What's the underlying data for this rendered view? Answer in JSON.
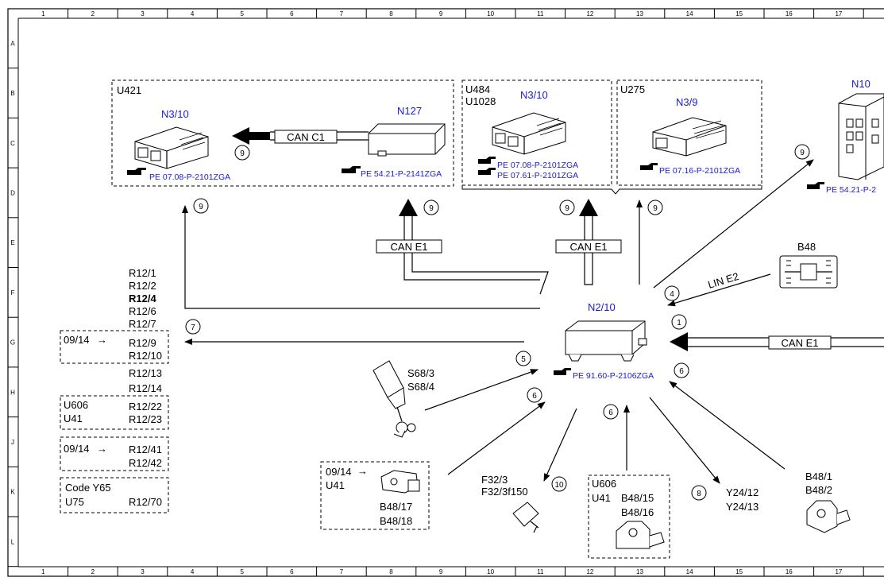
{
  "grid": {
    "cols": [
      "1",
      "2",
      "3",
      "4",
      "5",
      "6",
      "7",
      "8",
      "9",
      "10",
      "11",
      "12",
      "13",
      "14",
      "15",
      "16",
      "17"
    ],
    "rows": [
      "A",
      "B",
      "C",
      "D",
      "E",
      "F",
      "G",
      "H",
      "J",
      "K",
      "L"
    ]
  },
  "groups": {
    "u421": "U421",
    "u484": "U484",
    "u1028": "U1028",
    "u275": "U275"
  },
  "components": {
    "n3_10_left": "N3/10",
    "n127": "N127",
    "n3_10_mid": "N3/10",
    "n3_9": "N3/9",
    "n10": "N10",
    "n2_10": "N2/10",
    "b48": "B48"
  },
  "references": {
    "pe_0708_left": "PE 07.08-P-2101ZGA",
    "pe_5421_n127": "PE 54.21-P-2141ZGA",
    "pe_0708_mid": "PE 07.08-P-2101ZGA",
    "pe_0761": "PE 07.61-P-2101ZGA",
    "pe_0716": "PE 07.16-P-2101ZGA",
    "pe_5421_n10": "PE 54.21-P-2",
    "pe_9160": "PE 91.60-P-2106ZGA"
  },
  "buses": {
    "can_c1": "CAN C1",
    "can_e1_left": "CAN E1",
    "can_e1_mid": "CAN E1",
    "can_e1_right": "CAN E1",
    "lin_e2": "LIN E2"
  },
  "signals": {
    "s9_a": "9",
    "s9_b": "9",
    "s9_c": "9",
    "s9_d": "9",
    "s9_e": "9",
    "s9_f": "9",
    "s7": "7",
    "s5": "5",
    "s6_a": "6",
    "s6_b": "6",
    "s6_c": "6",
    "s10": "10",
    "s8": "8",
    "s4": "4",
    "s1": "1"
  },
  "left_list": {
    "r12_1": "R12/1",
    "r12_2": "R12/2",
    "r12_4": "R12/4",
    "r12_6": "R12/6",
    "r12_7": "R12/7",
    "d0914_a": "09/14",
    "r12_9": "R12/9",
    "r12_10": "R12/10",
    "r12_13": "R12/13",
    "r12_14": "R12/14",
    "u606_a": "U606",
    "r12_22": "R12/22",
    "u41_a": "U41",
    "r12_23": "R12/23",
    "d0914_b": "09/14",
    "r12_41": "R12/41",
    "r12_42": "R12/42",
    "code_y65": "Code Y65",
    "u75": "U75",
    "r12_70": "R12/70"
  },
  "bottom_parts": {
    "s68_3": "S68/3",
    "s68_4": "S68/4",
    "d0914_c": "09/14",
    "u41_b": "U41",
    "b48_17": "B48/17",
    "b48_18": "B48/18",
    "f32_3": "F32/3",
    "f32_3f150": "F32/3f150",
    "u606_b": "U606",
    "u41_c": "U41",
    "b48_15": "B48/15",
    "b48_16": "B48/16",
    "y24_12": "Y24/12",
    "y24_13": "Y24/13",
    "b48_1": "B48/1",
    "b48_2": "B48/2"
  },
  "icons": [
    "hand-pointer-icon",
    "ecu-module-icon",
    "control-unit-icon",
    "seat-belt-buckle-icon",
    "sensor-icon",
    "fuse-icon"
  ]
}
